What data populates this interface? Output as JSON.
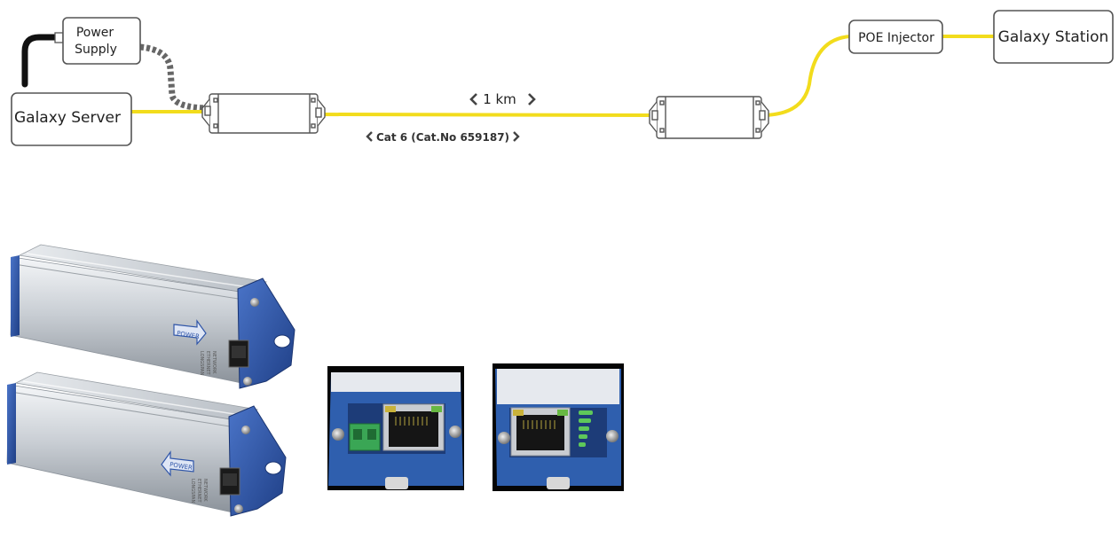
{
  "nodes": {
    "power_supply": [
      "Power",
      "Supply"
    ],
    "galaxy_server": "Galaxy Server",
    "poe_injector": "POE Injector",
    "galaxy_station": "Galaxy Station"
  },
  "cable": {
    "distance_label": "1 km",
    "cable_label": "Cat 6 (Cat.No 659187)"
  },
  "device_labels": {
    "power": "POWER",
    "network": [
      "LONGSPAN",
      "ETHERNET",
      "NETWORK"
    ]
  },
  "colors": {
    "cable_yellow": "#f2dc1c",
    "device_blue": "#2f55a8",
    "box_border": "#555555",
    "led_green": "#5ec85a",
    "connector_green": "#3aa655"
  },
  "icons": {
    "chevron_left": "chevron-left-icon",
    "chevron_right": "chevron-right-icon"
  }
}
